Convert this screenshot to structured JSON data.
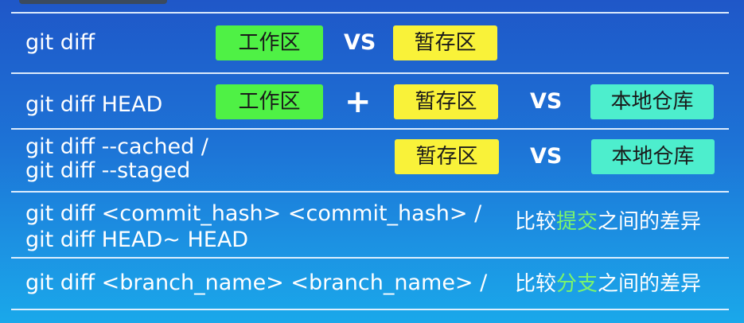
{
  "labels": {
    "work": "工作区",
    "stage": "暂存区",
    "local": "本地仓库",
    "vs": "VS",
    "plus": "+"
  },
  "rows": [
    {
      "cmd": "git diff"
    },
    {
      "cmd": "git diff HEAD"
    },
    {
      "cmd_line1": "git diff --cached /",
      "cmd_line2": "git diff --staged"
    },
    {
      "cmd_line1": "git diff <commit_hash> <commit_hash> /",
      "cmd_line2": "git diff HEAD~ HEAD",
      "desc_pre": "比较",
      "desc_hl": "提交",
      "desc_post": "之间的差异"
    },
    {
      "cmd": "git diff <branch_name> <branch_name> /",
      "desc_pre": "比较",
      "desc_hl": "分支",
      "desc_post": "之间的差异"
    }
  ],
  "colors": {
    "work_bg": "#4ff145",
    "stage_bg": "#f9f239",
    "local_bg": "#4deecd",
    "highlight_text": "#7cf56a"
  }
}
